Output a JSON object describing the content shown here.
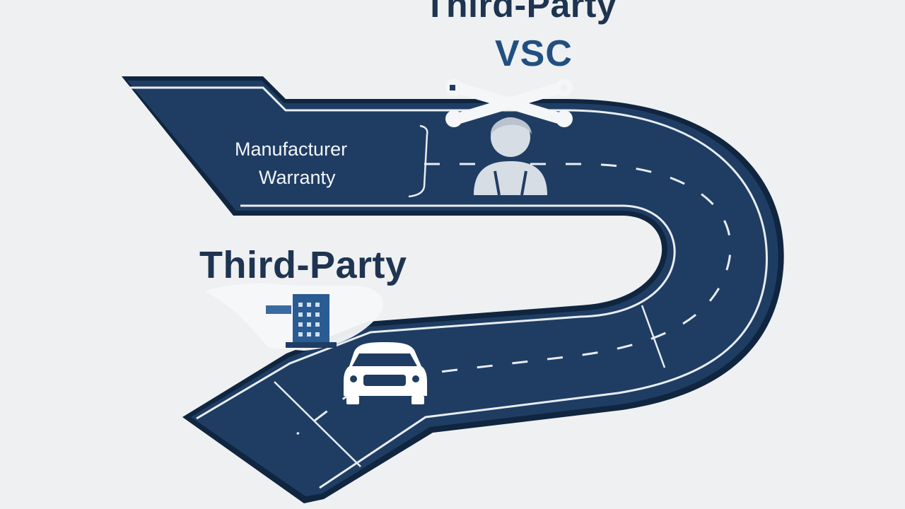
{
  "labels": {
    "top_title_line1": "Third-Party",
    "top_title_line2": "VSC",
    "road_label_line1": "Manufacturer",
    "road_label_line2": "Warranty",
    "middle_title": "Third-Party"
  },
  "icons": {
    "wrenches": "crossed-wrenches-icon",
    "person": "mechanic-person-icon",
    "building": "office-building-icon",
    "car": "car-front-icon"
  },
  "colors": {
    "background": "#eef0f2",
    "road": "#1f3d63",
    "road_edge": "#10253f",
    "lane_marking": "#e8edf2",
    "title_dark": "#1e3450",
    "title_blue": "#214f80"
  }
}
